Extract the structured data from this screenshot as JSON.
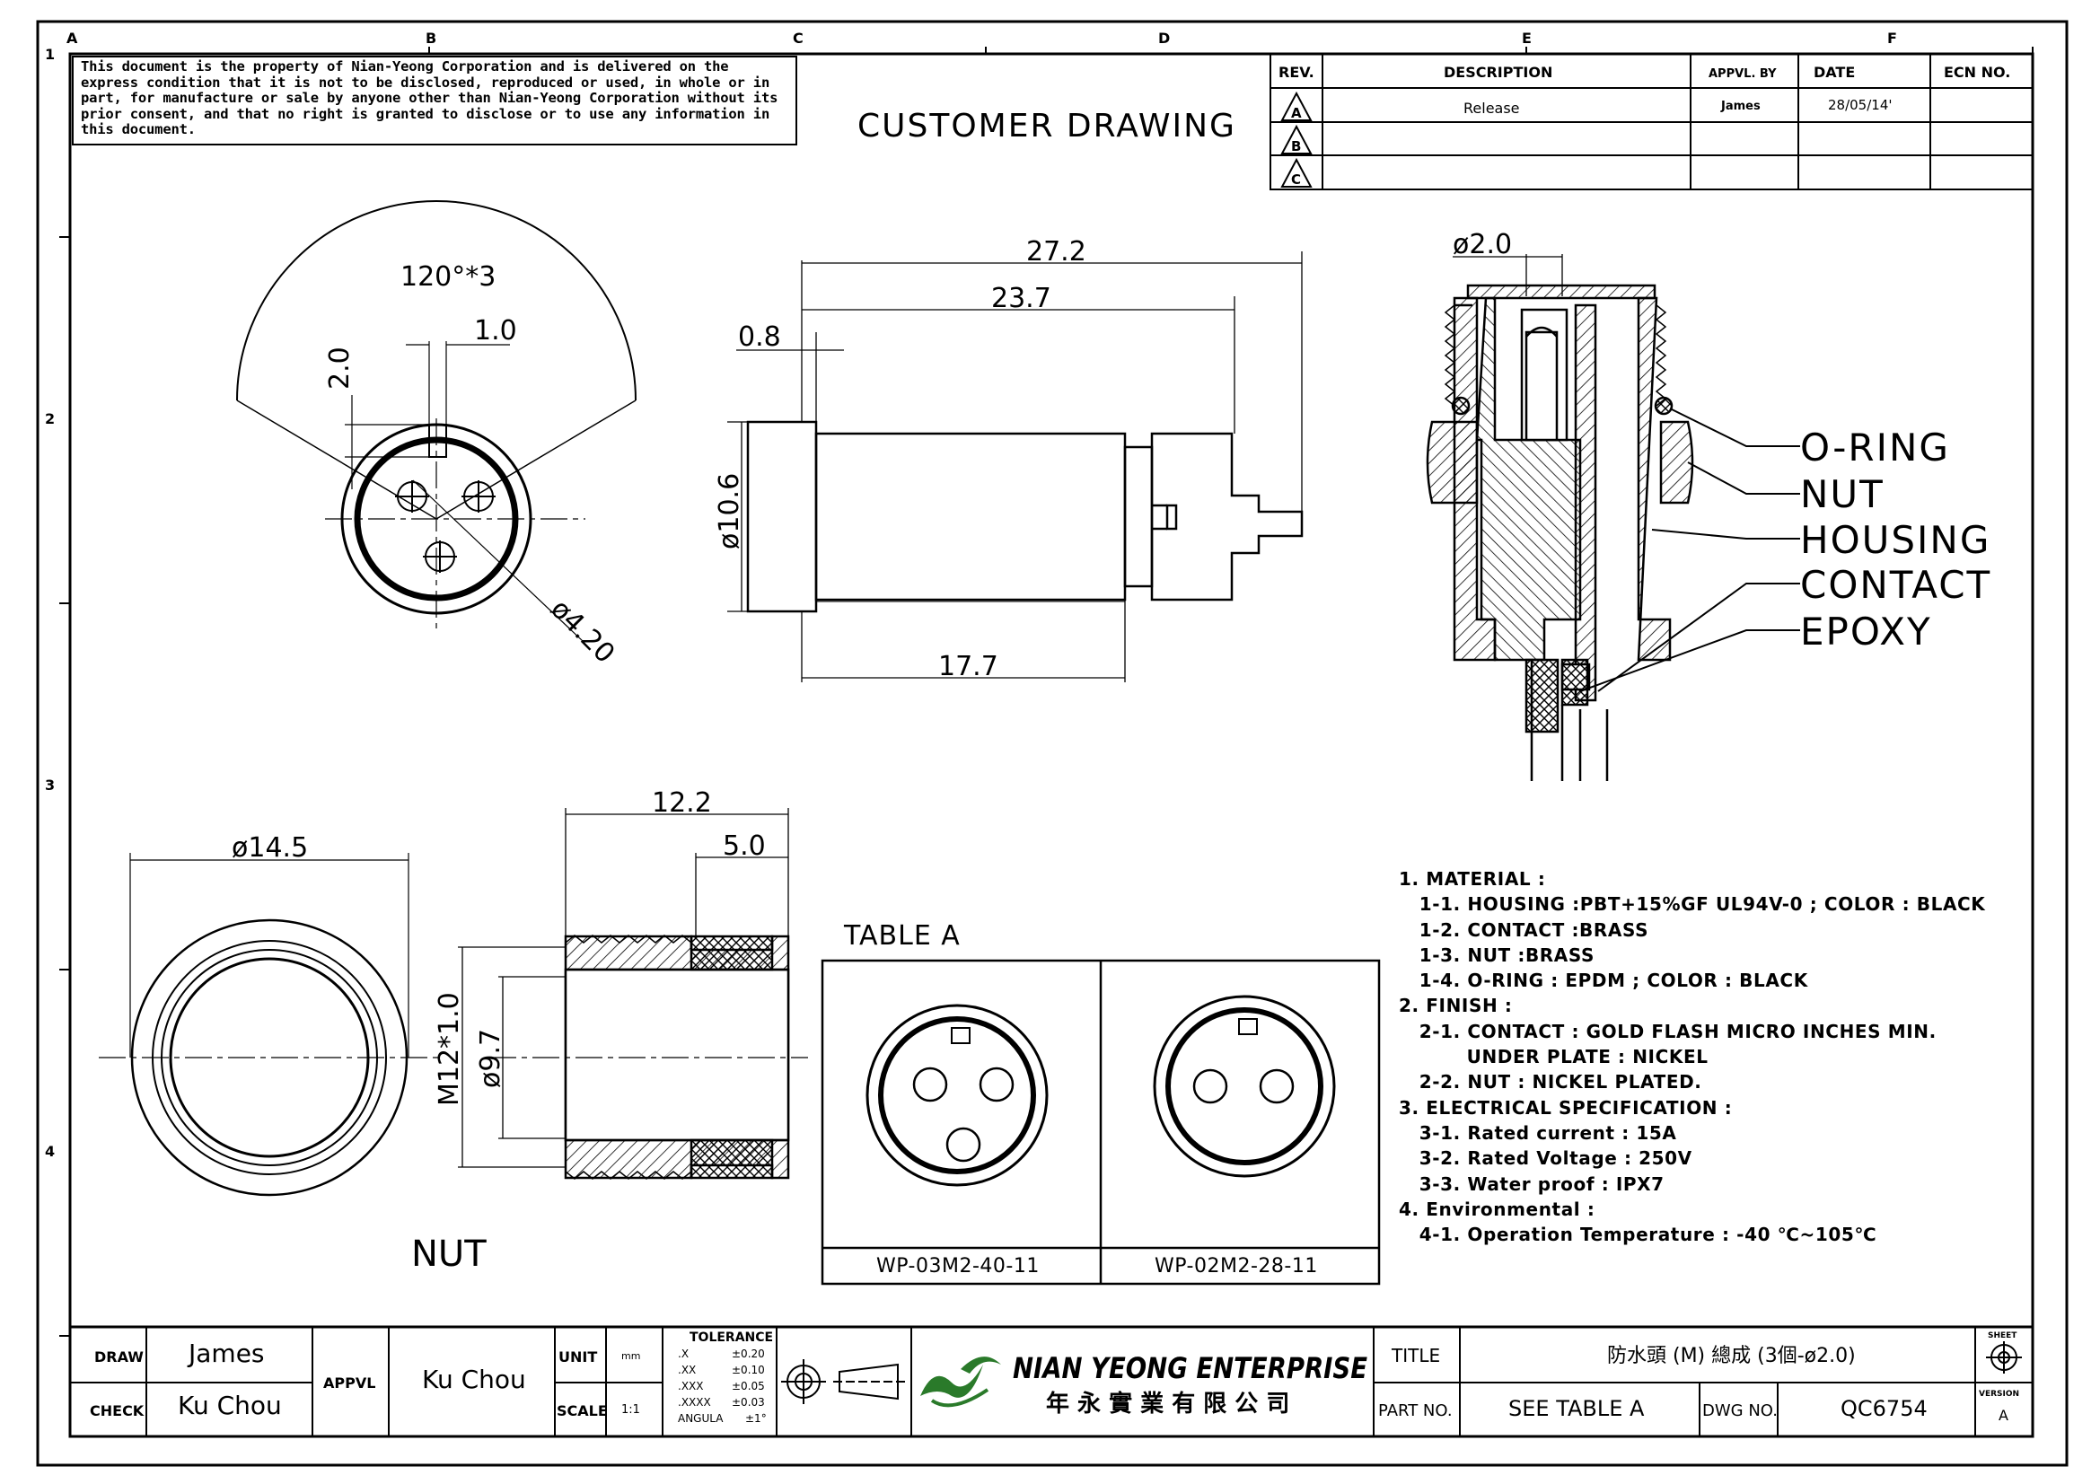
{
  "disclaimer": "This document is the property of Nian-Yeong Corporation and is delivered on the express condition that it is not to be disclosed, reproduced or used, in whole or in part, for manufacture or sale by anyone other than Nian-Yeong Corporation without its prior consent, and that no right is granted to disclose or to use any information in this document.",
  "title_main": "CUSTOMER DRAWING",
  "zones": {
    "cols": [
      "A",
      "B",
      "C",
      "D",
      "E",
      "F"
    ],
    "rows": [
      "1",
      "2",
      "3",
      "4"
    ]
  },
  "revision": {
    "headers": {
      "rev": "REV.",
      "desc": "DESCRIPTION",
      "appvl": "APPVL. BY",
      "date": "DATE",
      "ecn": "ECN NO."
    },
    "rows": [
      {
        "rev": "A",
        "desc": "Release",
        "appvl": "James",
        "date": "28/05/14'",
        "ecn": ""
      },
      {
        "rev": "B",
        "desc": "",
        "appvl": "",
        "date": "",
        "ecn": ""
      },
      {
        "rev": "C",
        "desc": "",
        "appvl": "",
        "date": "",
        "ecn": ""
      }
    ]
  },
  "front_view": {
    "angle": "120°*3",
    "key_w": "1.0",
    "key_h": "2.0",
    "pin_dia": "ø4.20"
  },
  "side_view": {
    "overall": "27.2",
    "len2": "23.7",
    "flange": "0.8",
    "dia": "ø10.6",
    "body": "17.7"
  },
  "section": {
    "pin": "ø2.0",
    "labels": [
      "O-RING",
      "NUT",
      "HOUSING",
      "CONTACT",
      "EPOXY"
    ]
  },
  "nut_front": {
    "dia": "ø14.5"
  },
  "nut_side": {
    "len": "12.2",
    "knurl": "5.0",
    "thread": "M12*1.0",
    "bore": "ø9.7"
  },
  "nut_label": "NUT",
  "table_a": {
    "title": "TABLE A",
    "parts": [
      "WP-03M2-40-11",
      "WP-02M2-28-11"
    ]
  },
  "notes": [
    "1. MATERIAL :",
    "   1-1. HOUSING :PBT+15%GF UL94V-0 ; COLOR : BLACK",
    "   1-2. CONTACT :BRASS",
    "   1-3. NUT :BRASS",
    "   1-4. O-RING : EPDM ; COLOR : BLACK",
    "2. FINISH :",
    "   2-1. CONTACT : GOLD FLASH MICRO INCHES MIN.",
    "          UNDER PLATE : NICKEL",
    "   2-2. NUT : NICKEL PLATED.",
    "3. ELECTRICAL SPECIFICATION :",
    "   3-1. Rated current : 15A",
    "   3-2. Rated Voltage : 250V",
    "   3-3. Water proof : IPX7",
    "4. Environmental :",
    "   4-1. Operation Temperature : -40 ℃~105℃"
  ],
  "titleblock": {
    "draw_label": "DRAW",
    "draw": "James",
    "check_label": "CHECK",
    "check": "Ku Chou",
    "appvl_label": "APPVL",
    "appvl": "Ku Chou",
    "unit_label": "UNIT",
    "unit": "mm",
    "scale_label": "SCALE",
    "scale": "1:1",
    "tolerance_label": "TOLERANCE",
    "tol_rows": [
      {
        "k": ".X",
        "v": "±0.20"
      },
      {
        "k": ".XX",
        "v": "±0.10"
      },
      {
        "k": ".XXX",
        "v": "±0.05"
      },
      {
        "k": ".XXXX",
        "v": "±0.03"
      },
      {
        "k": "ANGULA",
        "v": "±1°"
      }
    ],
    "company": "NIAN YEONG ENTERPRISE",
    "company_cn": "年 永 實 業 有 限 公 司",
    "title_label": "TITLE",
    "title": "防水頭 (M) 總成 (3個-ø2.0)",
    "partno_label": "PART NO.",
    "partno": "SEE TABLE A",
    "dwgno_label": "DWG NO.",
    "dwgno": "QC6754",
    "sheet_label": "SHEET",
    "version_label": "VERSION",
    "version": "A"
  },
  "colors": {
    "ink": "#000000",
    "logo_green": "#2a7a2a"
  }
}
